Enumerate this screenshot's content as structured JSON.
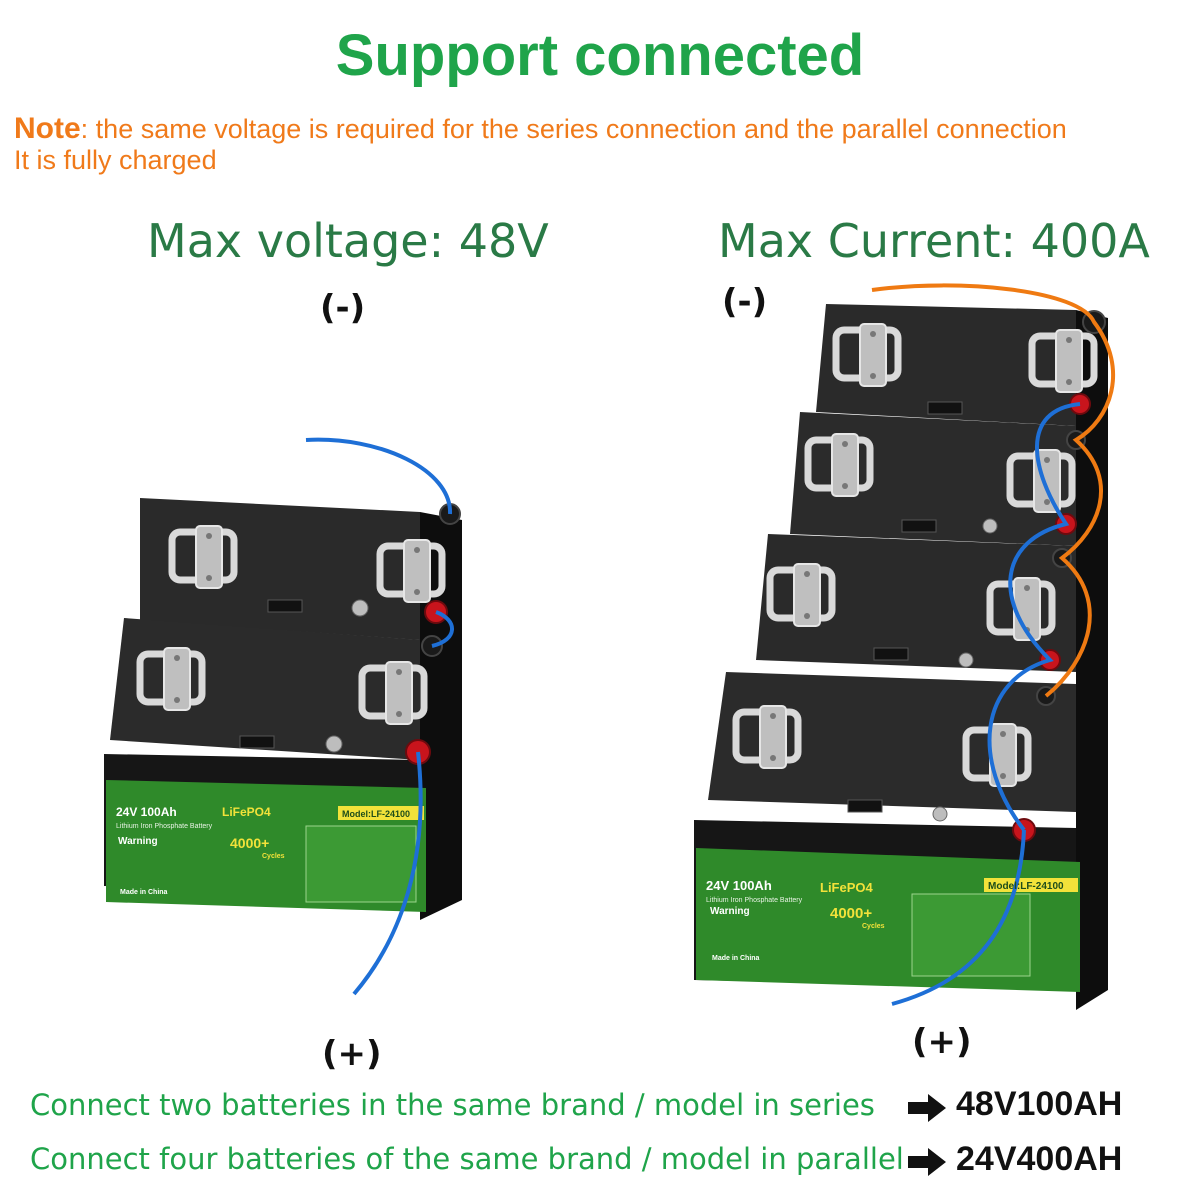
{
  "title": "Support connected",
  "note": {
    "keyword": "Note",
    "line1": ": the same voltage is required for the series connection and the parallel connection",
    "line2": "It is fully charged"
  },
  "left": {
    "heading": "Max voltage: 48V",
    "negative": "(-)",
    "positive": "(+)"
  },
  "right": {
    "heading": "Max Current: 400A",
    "negative": "(-)",
    "positive": "(+)"
  },
  "battery_label": {
    "voltage_capacity": "24V  100Ah",
    "chemistry": "LiFePO4",
    "subtitle": "Lithium Iron Phosphate Battery",
    "model": "Model:LF-24100",
    "warning": "Warning",
    "cycles_value": "4000+",
    "cycles_word": "Cycles",
    "made_in": "Made in China"
  },
  "bottom": {
    "series_text": "Connect two batteries in the same brand / model in series",
    "series_result": "48V100AH",
    "parallel_text": "Connect four batteries of the same brand / model in parallel",
    "parallel_result": "24V400AH"
  },
  "colors": {
    "title_green": "#1fa44a",
    "note_orange": "#f07a1a",
    "heading_green": "#2a7a46",
    "label_green": "#2f8a2a",
    "label_yellow": "#f2e23a",
    "battery_top": "#2b2b2b",
    "battery_side": "#141414",
    "wire_blue": "#1e6fd6",
    "wire_orange": "#ef7a12",
    "terminal_red": "#c8141c"
  }
}
